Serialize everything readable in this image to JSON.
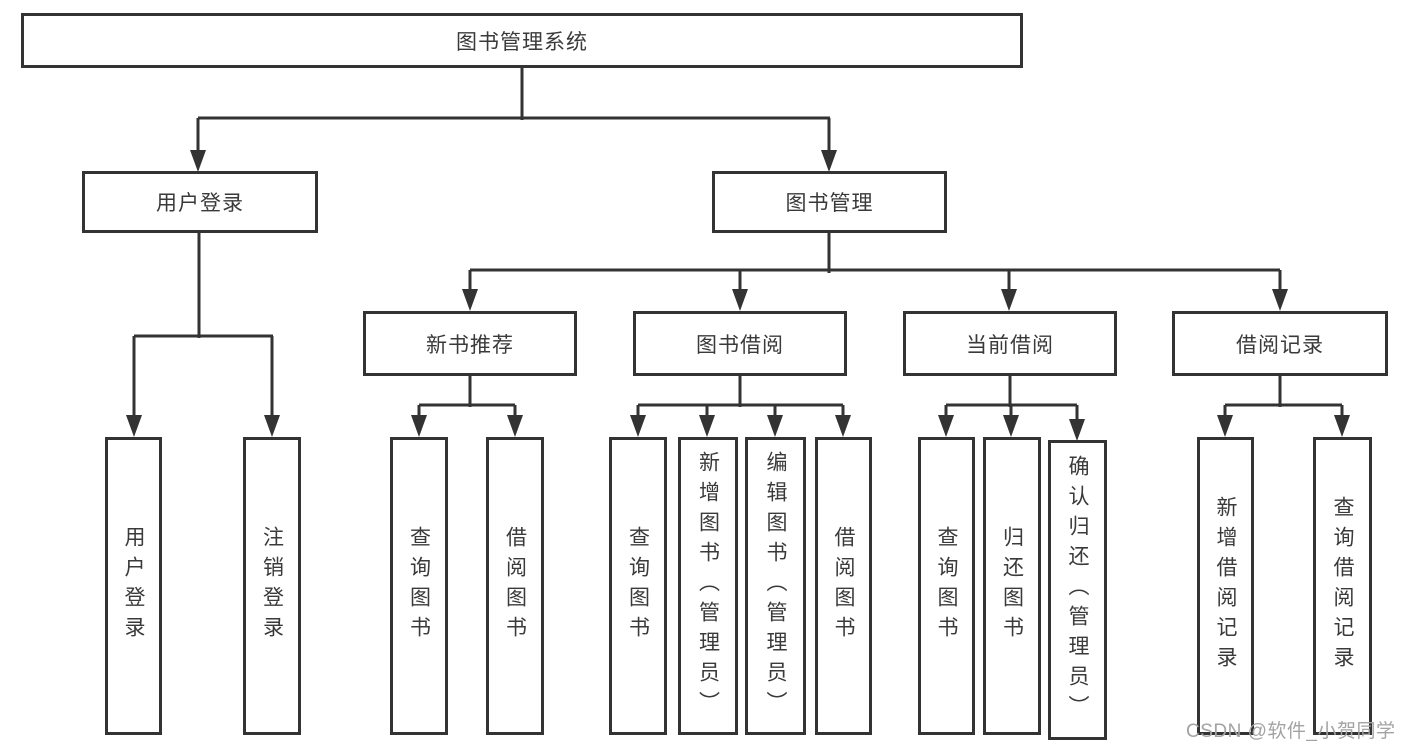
{
  "diagram": {
    "root": {
      "label": "图书管理系统"
    },
    "user_login": {
      "label": "用户登录",
      "children": {
        "login": "用户登录",
        "logout": "注销登录"
      }
    },
    "book_mgmt": {
      "label": "图书管理"
    },
    "new_book": {
      "label": "新书推荐",
      "children": {
        "query": "查询图书",
        "borrow": "借阅图书"
      }
    },
    "book_borrow": {
      "label": "图书借阅",
      "children": {
        "query": "查询图书",
        "add": "新增图书（管理员）",
        "edit": "编辑图书（管理员）",
        "borrow": "借阅图书"
      }
    },
    "current_borrow": {
      "label": "当前借阅",
      "children": {
        "query": "查询图书",
        "return": "归还图书",
        "confirm": "确认归还（管理员）"
      }
    },
    "borrow_records": {
      "label": "借阅记录",
      "children": {
        "add": "新增借阅记录",
        "query": "查询借阅记录"
      }
    }
  },
  "colors": {
    "line": "#333333",
    "text": "#3a3a3a",
    "background": "#ffffff",
    "watermark": "#a3a3a3"
  },
  "watermark": {
    "text": "CSDN @软件_小贺同学"
  }
}
